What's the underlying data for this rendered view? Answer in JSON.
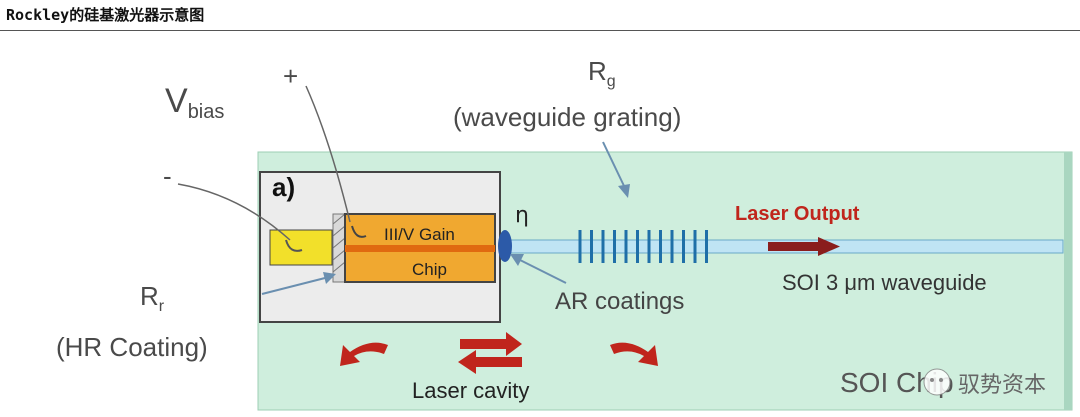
{
  "caption": "Rockley的硅基激光器示意图",
  "labels": {
    "vbias_main": "V",
    "vbias_sub": "bias",
    "plus": "+",
    "minus": "-",
    "panel": "a)",
    "rg_main": "R",
    "rg_sub": "g",
    "waveguide_grating": "(waveguide grating)",
    "eta": "η",
    "laser_output": "Laser Output",
    "gain_line1": "III/V Gain",
    "gain_line2": "Chip",
    "rr_main": "R",
    "rr_sub": "r",
    "hr_coating": "(HR Coating)",
    "ar_coatings": "AR coatings",
    "soi_waveguide": "SOI 3 μm waveguide",
    "laser_cavity": "Laser cavity",
    "soi_chip": "SOI Chip",
    "watermark": "驭势资本"
  },
  "colors": {
    "soi_chip_fill": "#cfeedd",
    "gain_chip_fill": "#f0a830",
    "gain_stripe": "#e06a10",
    "contact_pad": "#f2e02a",
    "waveguide": "#bfe4f4",
    "grating": "#1f6fa8",
    "arrow_red": "#c0251c",
    "laser_output_text": "#c0251c"
  }
}
